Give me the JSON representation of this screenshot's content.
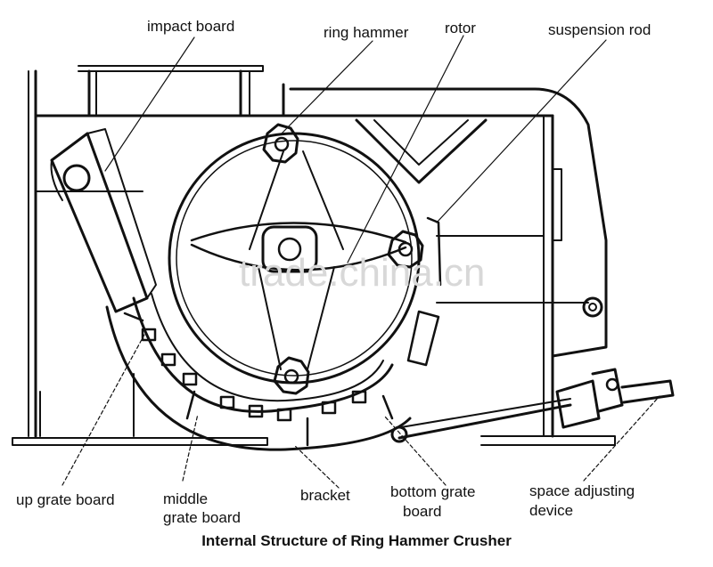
{
  "labels": {
    "impact_board": "impact board",
    "ring_hammer": "ring hammer",
    "rotor": "rotor",
    "suspension_rod": "suspension rod",
    "up_grate_board": "up grate board",
    "middle_grate_board_line1": "middle",
    "middle_grate_board_line2": "grate board",
    "bracket": "bracket",
    "bottom_grate_board_line1": "bottom grate",
    "bottom_grate_board_line2": "board",
    "space_adjusting_device_line1": "space adjusting",
    "space_adjusting_device_line2": "device"
  },
  "caption": "Internal Structure of Ring Hammer Crusher",
  "watermark": "trade.china.cn"
}
